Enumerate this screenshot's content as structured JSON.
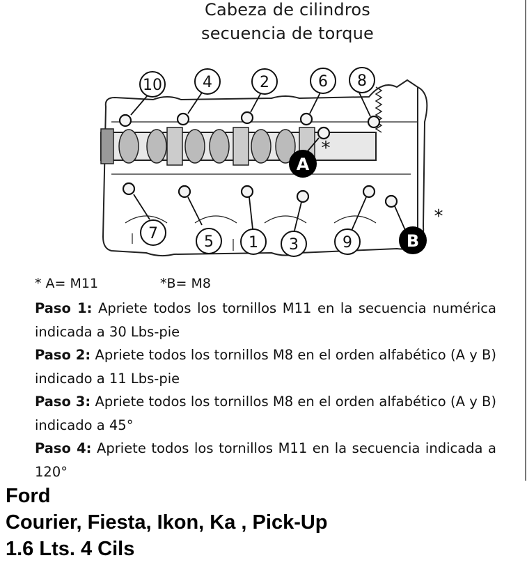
{
  "title": {
    "line1": "Cabeza de cilindros",
    "line2": "secuencia de torque"
  },
  "diagram": {
    "bolt_labels": [
      "10",
      "4",
      "2",
      "6",
      "8",
      "7",
      "5",
      "1",
      "3",
      "9"
    ],
    "bolt_A_label": "A",
    "bolt_B_label": "B",
    "asterisk": "*"
  },
  "legend": {
    "a": "* A= M11",
    "b": "*B= M8"
  },
  "steps": [
    {
      "label": "Paso 1:",
      "text": " Apriete todos los tornillos M11 en la secuencia numérica indicada a 30 Lbs-pie"
    },
    {
      "label": "Paso 2:",
      "text": " Apriete todos los tornillos M8 en el orden alfabético (A y B) indicado a 11 Lbs-pie"
    },
    {
      "label": "Paso 3:",
      "text": " Apriete todos los tornillos M8 en el orden alfabético (A y B) indicado a 45°"
    },
    {
      "label": "Paso 4:",
      "text": " Apriete todos los tornillos M11 en la secuencia indicada a 120°"
    }
  ],
  "footer": {
    "make": "Ford",
    "models": "Courier, Fiesta, Ikon, Ka , Pick-Up",
    "engine": "1.6 Lts. 4 Cils"
  }
}
